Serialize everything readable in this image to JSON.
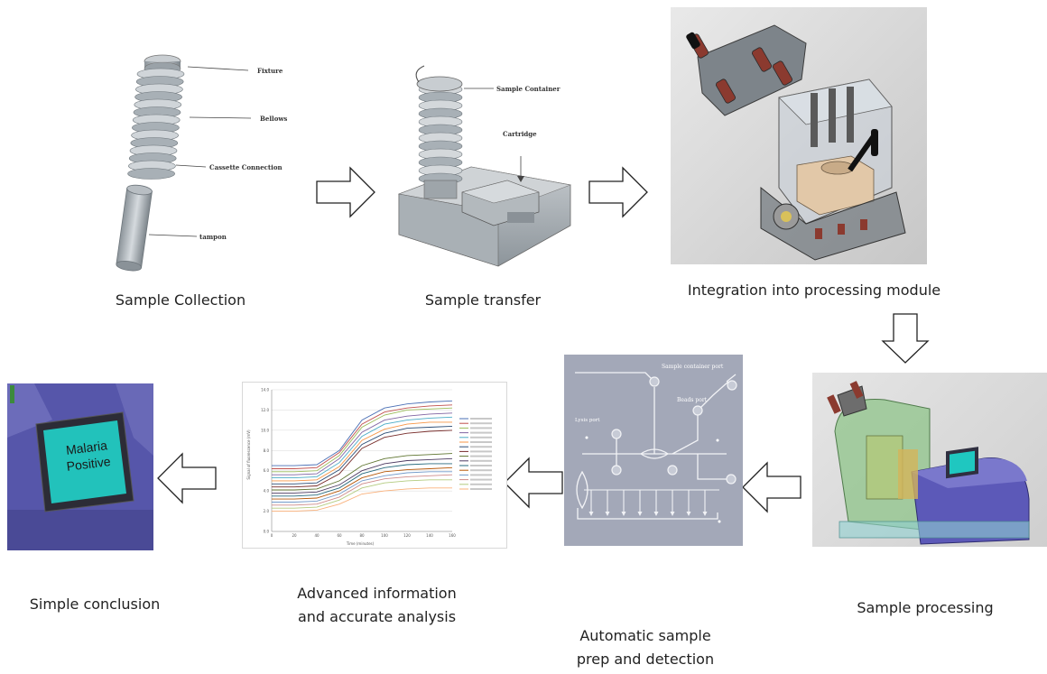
{
  "steps": {
    "collection": {
      "caption": "Sample Collection",
      "labels": [
        "Fixture",
        "Bellows",
        "Cassette Connection",
        "tampon"
      ]
    },
    "transfer": {
      "caption": "Sample transfer",
      "labels": [
        "Sample Container",
        "Cartridge"
      ]
    },
    "integration": {
      "caption": "Integration into processing module"
    },
    "processing": {
      "caption": "Sample processing"
    },
    "prep": {
      "caption_line1": "Automatic sample",
      "caption_line2": "prep and detection",
      "labels": [
        "Sample container port",
        "Beads port",
        "Lysis port"
      ]
    },
    "analysis": {
      "caption_line1": "Advanced information",
      "caption_line2": "and accurate analysis"
    },
    "conclusion": {
      "caption": "Simple conclusion",
      "screen_line1": "Malaria",
      "screen_line2": "Positive"
    }
  },
  "chart_data": {
    "type": "line",
    "xlabel": "Time (minutes)",
    "ylabel": "Signal of fluorescence (mV)",
    "xlim": [
      0,
      160
    ],
    "ylim": [
      0,
      14
    ],
    "x_ticks": [
      "0",
      "20",
      "40",
      "60",
      "80",
      "100",
      "120",
      "140",
      "160"
    ],
    "y_ticks": [
      "0.0",
      "2.0",
      "4.0",
      "6.0",
      "8.0",
      "10.0",
      "12.0",
      "14.0"
    ],
    "x": [
      0,
      20,
      40,
      60,
      80,
      100,
      120,
      140,
      160
    ],
    "series": [
      {
        "color": "#4a6fb5",
        "values": [
          6.5,
          6.5,
          6.6,
          8.0,
          11.0,
          12.2,
          12.6,
          12.8,
          12.9
        ]
      },
      {
        "color": "#c0504d",
        "values": [
          6.2,
          6.2,
          6.3,
          7.8,
          10.6,
          11.8,
          12.2,
          12.4,
          12.5
        ]
      },
      {
        "color": "#9bbb59",
        "values": [
          5.9,
          5.9,
          6.0,
          7.5,
          10.3,
          11.5,
          12.0,
          12.1,
          12.2
        ]
      },
      {
        "color": "#8064a2",
        "values": [
          5.6,
          5.6,
          5.7,
          7.2,
          9.8,
          11.0,
          11.4,
          11.6,
          11.7
        ]
      },
      {
        "color": "#4bacc6",
        "values": [
          5.3,
          5.3,
          5.4,
          6.8,
          9.4,
          10.6,
          11.0,
          11.2,
          11.3
        ]
      },
      {
        "color": "#f79646",
        "values": [
          5.0,
          5.0,
          5.1,
          6.4,
          9.0,
          10.1,
          10.6,
          10.8,
          10.8
        ]
      },
      {
        "color": "#2c4d75",
        "values": [
          4.7,
          4.7,
          4.8,
          6.1,
          8.6,
          9.7,
          10.2,
          10.3,
          10.4
        ]
      },
      {
        "color": "#772c2a",
        "values": [
          4.4,
          4.4,
          4.5,
          5.7,
          8.2,
          9.3,
          9.7,
          9.9,
          10.0
        ]
      },
      {
        "color": "#5f7530",
        "values": [
          4.1,
          4.1,
          4.2,
          5.0,
          6.5,
          7.2,
          7.5,
          7.6,
          7.7
        ]
      },
      {
        "color": "#4d3b62",
        "values": [
          3.8,
          3.8,
          3.9,
          4.6,
          6.0,
          6.7,
          7.0,
          7.1,
          7.2
        ]
      },
      {
        "color": "#276a7c",
        "values": [
          3.5,
          3.5,
          3.6,
          4.3,
          5.7,
          6.3,
          6.6,
          6.7,
          6.7
        ]
      },
      {
        "color": "#b65708",
        "values": [
          3.2,
          3.2,
          3.3,
          4.0,
          5.3,
          5.9,
          6.1,
          6.2,
          6.3
        ]
      },
      {
        "color": "#729aca",
        "values": [
          2.9,
          2.9,
          3.0,
          3.7,
          5.0,
          5.5,
          5.8,
          5.9,
          5.9
        ]
      },
      {
        "color": "#ce8b8a",
        "values": [
          2.6,
          2.6,
          2.7,
          3.4,
          4.7,
          5.2,
          5.4,
          5.5,
          5.6
        ]
      },
      {
        "color": "#b3cb7f",
        "values": [
          2.3,
          2.3,
          2.4,
          3.1,
          4.3,
          4.8,
          5.0,
          5.1,
          5.1
        ]
      },
      {
        "color": "#f9b07a",
        "values": [
          2.0,
          2.0,
          2.1,
          2.7,
          3.7,
          4.0,
          4.2,
          4.3,
          4.3
        ]
      }
    ]
  }
}
